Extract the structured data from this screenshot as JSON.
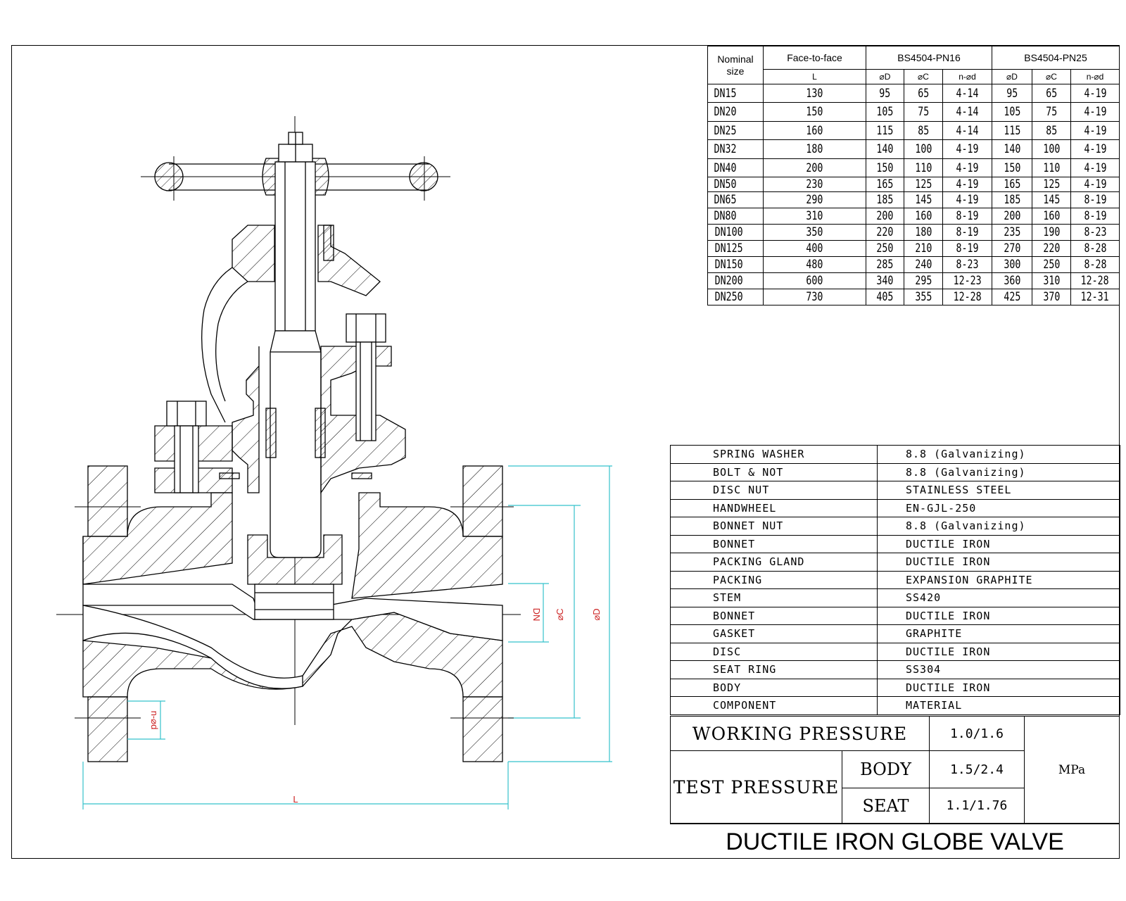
{
  "dimension_table": {
    "headers": {
      "nominal_size": "Nominal size",
      "face_to_face": "Face-to-face",
      "face_sub": "L",
      "pn16": "BS4504-PN16",
      "pn25": "BS4504-PN25",
      "sub_D": "⌀D",
      "sub_C": "⌀C",
      "sub_n": "n-⌀d"
    },
    "rows": [
      [
        "DN15",
        "130",
        "95",
        "65",
        "4-14",
        "95",
        "65",
        "4-19"
      ],
      [
        "DN20",
        "150",
        "105",
        "75",
        "4-14",
        "105",
        "75",
        "4-19"
      ],
      [
        "DN25",
        "160",
        "115",
        "85",
        "4-14",
        "115",
        "85",
        "4-19"
      ],
      [
        "DN32",
        "180",
        "140",
        "100",
        "4-19",
        "140",
        "100",
        "4-19"
      ],
      [
        "DN40",
        "200",
        "150",
        "110",
        "4-19",
        "150",
        "110",
        "4-19"
      ],
      [
        "DN50",
        "230",
        "165",
        "125",
        "4-19",
        "165",
        "125",
        "4-19"
      ],
      [
        "DN65",
        "290",
        "185",
        "145",
        "4-19",
        "185",
        "145",
        "8-19"
      ],
      [
        "DN80",
        "310",
        "200",
        "160",
        "8-19",
        "200",
        "160",
        "8-19"
      ],
      [
        "DN100",
        "350",
        "220",
        "180",
        "8-19",
        "235",
        "190",
        "8-23"
      ],
      [
        "DN125",
        "400",
        "250",
        "210",
        "8-19",
        "270",
        "220",
        "8-28"
      ],
      [
        "DN150",
        "480",
        "285",
        "240",
        "8-23",
        "300",
        "250",
        "8-28"
      ],
      [
        "DN200",
        "600",
        "340",
        "295",
        "12-23",
        "360",
        "310",
        "12-28"
      ],
      [
        "DN250",
        "730",
        "405",
        "355",
        "12-28",
        "425",
        "370",
        "12-31"
      ]
    ]
  },
  "materials": [
    {
      "component": "SPRING WASHER",
      "material": "8.8  (Galvanizing)"
    },
    {
      "component": "BOLT & NOT",
      "material": "8.8  (Galvanizing)"
    },
    {
      "component": "DISC NUT",
      "material": "STAINLESS STEEL"
    },
    {
      "component": "HANDWHEEL",
      "material": "EN-GJL-250"
    },
    {
      "component": "BONNET NUT",
      "material": "8.8  (Galvanizing)"
    },
    {
      "component": "BONNET",
      "material": "DUCTILE IRON"
    },
    {
      "component": "PACKING GLAND",
      "material": "DUCTILE IRON"
    },
    {
      "component": "PACKING",
      "material": "EXPANSION GRAPHITE"
    },
    {
      "component": "STEM",
      "material": "SS420"
    },
    {
      "component": "BONNET",
      "material": "DUCTILE IRON"
    },
    {
      "component": "GASKET",
      "material": "GRAPHITE"
    },
    {
      "component": "DISC",
      "material": "DUCTILE IRON"
    },
    {
      "component": "SEAT RING",
      "material": "SS304"
    },
    {
      "component": "BODY",
      "material": "DUCTILE IRON"
    },
    {
      "component": "COMPONENT",
      "material": "MATERIAL"
    }
  ],
  "pressure": {
    "working_label": "WORKING PRESSURE",
    "working_value": "1.0/1.6",
    "test_label": "TEST PRESSURE",
    "body_label": "BODY",
    "body_value": "1.5/2.4",
    "seat_label": "SEAT",
    "seat_value": "1.1/1.76",
    "unit": "MPa"
  },
  "title": "DUCTILE  IRON GLOBE VALVE",
  "dim_labels": {
    "L": "L",
    "DN": "DN",
    "C": "⌀C",
    "D": "⌀D",
    "nd": "n-⌀d"
  },
  "colors": {
    "line": "#000000",
    "dimension": "#35c2cc",
    "dim_text": "#cc2222"
  }
}
